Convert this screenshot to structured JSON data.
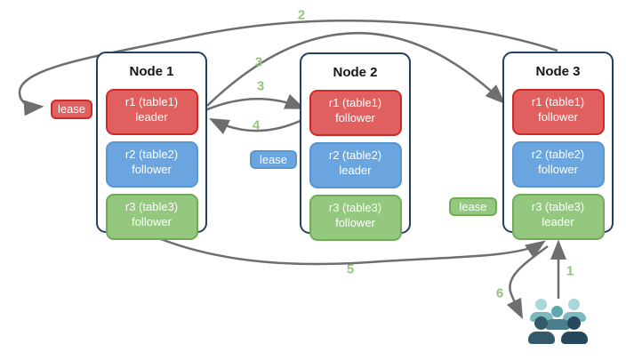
{
  "nodes": [
    {
      "title": "Node 1",
      "replicas": [
        {
          "name": "r1 (table1)",
          "role": "leader",
          "color": "red"
        },
        {
          "name": "r2 (table2)",
          "role": "follower",
          "color": "blue"
        },
        {
          "name": "r3 (table3)",
          "role": "follower",
          "color": "green"
        }
      ]
    },
    {
      "title": "Node 2",
      "replicas": [
        {
          "name": "r1 (table1)",
          "role": "follower",
          "color": "red"
        },
        {
          "name": "r2 (table2)",
          "role": "leader",
          "color": "blue"
        },
        {
          "name": "r3 (table3)",
          "role": "follower",
          "color": "green"
        }
      ]
    },
    {
      "title": "Node 3",
      "replicas": [
        {
          "name": "r1 (table1)",
          "role": "follower",
          "color": "red"
        },
        {
          "name": "r2 (table2)",
          "role": "follower",
          "color": "blue"
        },
        {
          "name": "r3 (table3)",
          "role": "leader",
          "color": "green"
        }
      ]
    }
  ],
  "leases": [
    {
      "label": "lease",
      "color": "red"
    },
    {
      "label": "lease",
      "color": "blue"
    },
    {
      "label": "lease",
      "color": "green"
    }
  ],
  "arrow_labels": [
    {
      "text": "1"
    },
    {
      "text": "2"
    },
    {
      "text": "3"
    },
    {
      "text": "3"
    },
    {
      "text": "4"
    },
    {
      "text": "5"
    },
    {
      "text": "6"
    }
  ],
  "colors": {
    "red_fill": "#e06060",
    "red_border": "#ce2929",
    "blue_fill": "#6aa5e0",
    "blue_border": "#5897d2",
    "green_fill": "#94c87e",
    "green_border": "#71ab57",
    "node_border": "#234061",
    "arrow": "#6e6e6e",
    "label_green": "#93c47d",
    "users_light_head": "#a9d6d8",
    "users_light_body": "#7cb9be",
    "users_mid_head": "#5fa7b0",
    "users_mid_body": "#4c7f8d",
    "users_dark1": "#33596b",
    "users_dark2": "#26485c"
  }
}
